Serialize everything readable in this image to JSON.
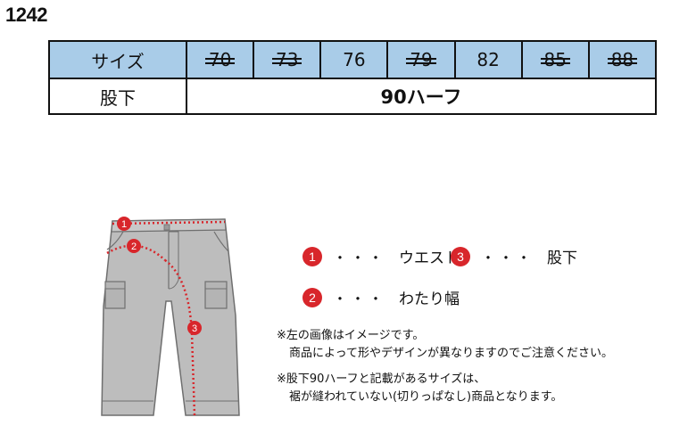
{
  "product_code": "1242",
  "size_table": {
    "size_label": "サイズ",
    "sizes": [
      {
        "value": "70",
        "struck": true
      },
      {
        "value": "73",
        "struck": true
      },
      {
        "value": "76",
        "struck": false
      },
      {
        "value": "79",
        "struck": true
      },
      {
        "value": "82",
        "struck": false
      },
      {
        "value": "85",
        "struck": true
      },
      {
        "value": "88",
        "struck": true
      }
    ],
    "inseam_label": "股下",
    "inseam_value": "90ハーフ"
  },
  "diagram": {
    "markers": [
      "1",
      "2",
      "3"
    ],
    "colors": {
      "pants": "#bdbdbd",
      "outline": "#6f6f6f",
      "marker": "#d8262b",
      "table_header": "#a9cce8"
    }
  },
  "legend": [
    {
      "num": "1",
      "dots": "・・・",
      "text": "ウエスト"
    },
    {
      "num": "3",
      "dots": "・・・",
      "text": "股下"
    },
    {
      "num": "2",
      "dots": "・・・",
      "text": "わたり幅"
    }
  ],
  "notes": {
    "note1_line1": "※左の画像はイメージです。",
    "note1_line2": "商品によって形やデザインが異なりますのでご注意ください。",
    "note2_line1": "※股下90ハーフと記載があるサイズは、",
    "note2_line2": "裾が縫われていない(切りっぱなし)商品となります。"
  }
}
